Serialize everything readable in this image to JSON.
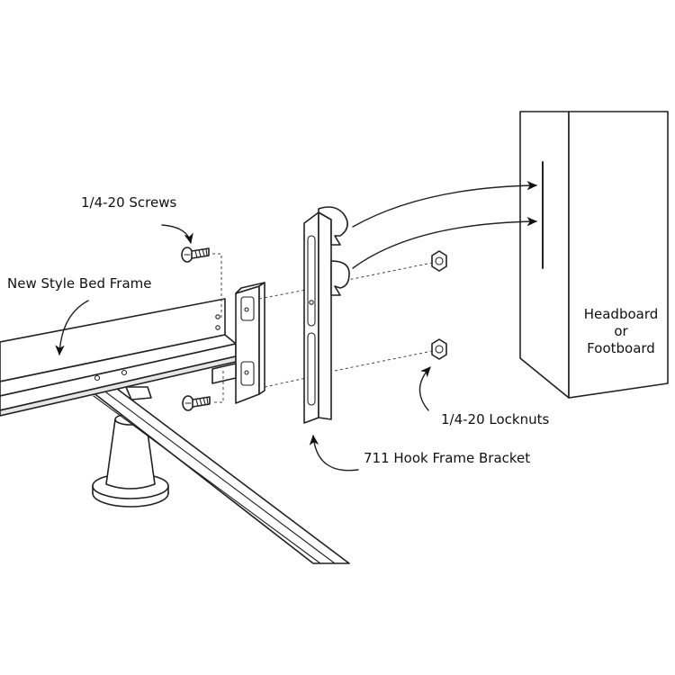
{
  "labels": {
    "screws": "1/4-20 Screws",
    "bed_frame": "New Style Bed Frame",
    "headboard_line1": "Headboard",
    "headboard_line2": "or",
    "headboard_line3": "Footboard",
    "locknuts": "1/4-20 Locknuts",
    "bracket": "711 Hook Frame Bracket"
  },
  "colors": {
    "line": "#222222",
    "background": "#ffffff",
    "shade": "#e6e6e6"
  }
}
